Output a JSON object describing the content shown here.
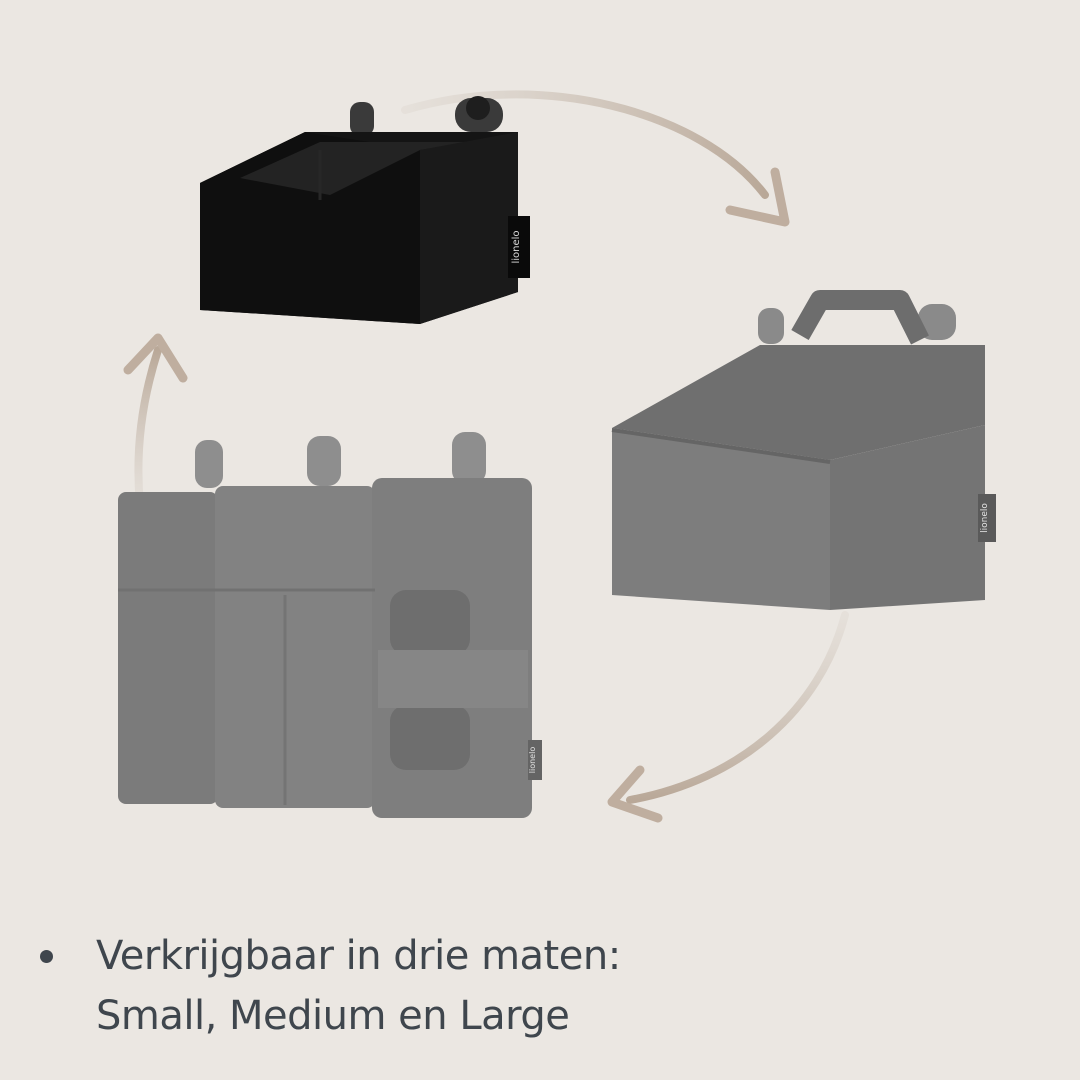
{
  "brand": {
    "label_text": "lionelo"
  },
  "caption": {
    "line1": "Verkrijgbaar in drie maten:",
    "line2": "Small, Medium en Large"
  },
  "colors": {
    "background": "#ebe7e2",
    "arrow": "#bfae9f",
    "small_organizer": "#141414",
    "gray_organizer": "#7a7a7a",
    "text": "#3f464d"
  }
}
